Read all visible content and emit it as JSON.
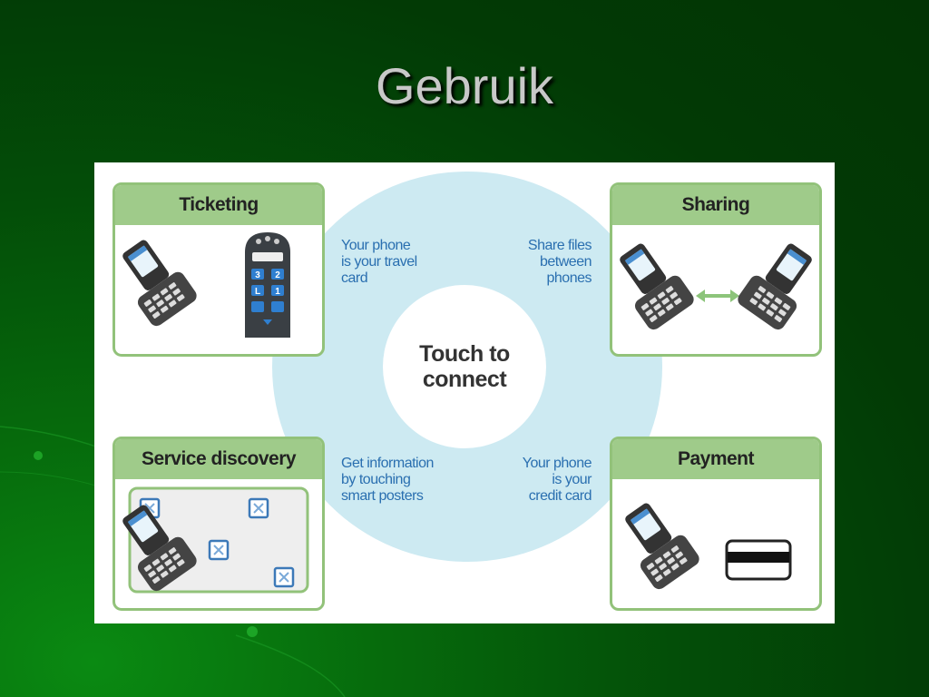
{
  "slide": {
    "title": "Gebruik"
  },
  "diagram": {
    "center": "Touch to connect",
    "panels": [
      {
        "id": "ticketing",
        "title": "Ticketing",
        "caption": "Your phone\nis your travel\ncard"
      },
      {
        "id": "sharing",
        "title": "Sharing",
        "caption": "Share files\nbetween\nphones"
      },
      {
        "id": "service_discovery",
        "title": "Service discovery",
        "caption": "Get information\nby touching\nsmart posters"
      },
      {
        "id": "payment",
        "title": "Payment",
        "caption": "Your phone\nis your\ncredit card"
      }
    ],
    "reader_keys": [
      "3",
      "2",
      "L",
      "1"
    ]
  },
  "colors": {
    "background_green": "#034d08",
    "panel_header": "#9fcb8a",
    "ring": "#cdeaf2",
    "caption_blue": "#2a6fb0"
  }
}
